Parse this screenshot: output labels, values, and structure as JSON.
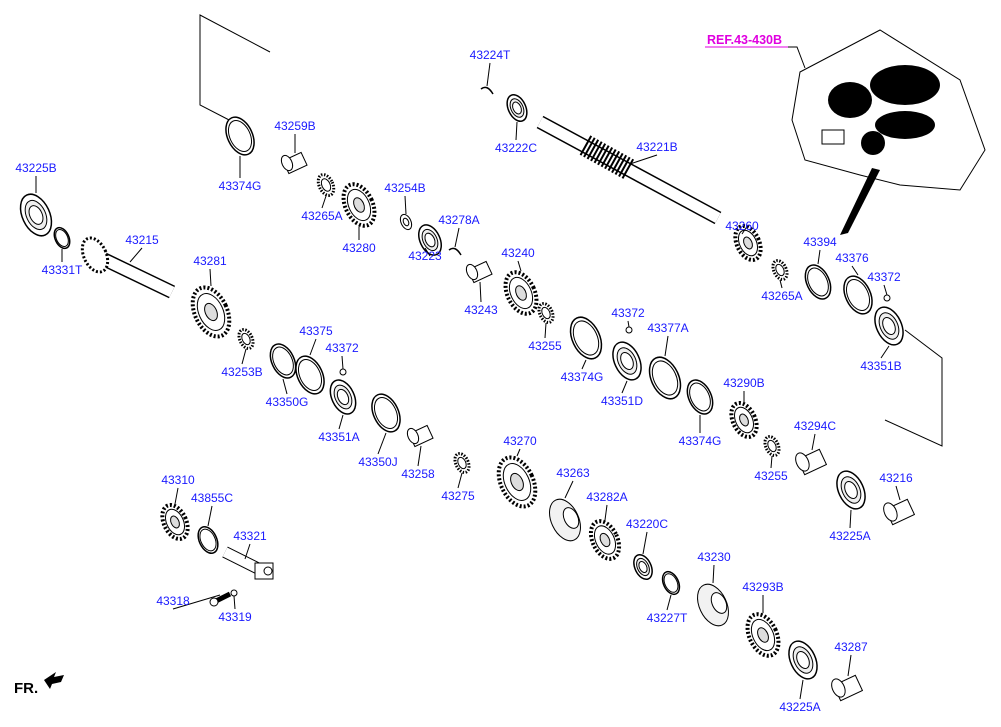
{
  "reference": {
    "label": "REF.43-430B",
    "color": "#e000e0"
  },
  "front_indicator": "FR.",
  "label_color": "#1a1aff",
  "parts": [
    {
      "label": "43224T"
    },
    {
      "label": "43259B"
    },
    {
      "label": "43221B"
    },
    {
      "label": "43222C"
    },
    {
      "label": "43225B"
    },
    {
      "label": "43374G"
    },
    {
      "label": "43254B"
    },
    {
      "label": "43265A"
    },
    {
      "label": "43278A"
    },
    {
      "label": "43260"
    },
    {
      "label": "43215"
    },
    {
      "label": "43394"
    },
    {
      "label": "43240"
    },
    {
      "label": "43223"
    },
    {
      "label": "43280"
    },
    {
      "label": "43376"
    },
    {
      "label": "43331T"
    },
    {
      "label": "43281"
    },
    {
      "label": "43372"
    },
    {
      "label": "43265A"
    },
    {
      "label": "43243"
    },
    {
      "label": "43372"
    },
    {
      "label": "43375"
    },
    {
      "label": "43377A"
    },
    {
      "label": "43255"
    },
    {
      "label": "43372"
    },
    {
      "label": "43351B"
    },
    {
      "label": "43253B"
    },
    {
      "label": "43374G"
    },
    {
      "label": "43290B"
    },
    {
      "label": "43350G"
    },
    {
      "label": "43351D"
    },
    {
      "label": "43374G"
    },
    {
      "label": "43351A"
    },
    {
      "label": "43270"
    },
    {
      "label": "43294C"
    },
    {
      "label": "43350J"
    },
    {
      "label": "43258"
    },
    {
      "label": "43255"
    },
    {
      "label": "43263"
    },
    {
      "label": "43310"
    },
    {
      "label": "43855C"
    },
    {
      "label": "43275"
    },
    {
      "label": "43282A"
    },
    {
      "label": "43216"
    },
    {
      "label": "43321"
    },
    {
      "label": "43220C"
    },
    {
      "label": "43225A"
    },
    {
      "label": "43230"
    },
    {
      "label": "43318"
    },
    {
      "label": "43293B"
    },
    {
      "label": "43319"
    },
    {
      "label": "43227T"
    },
    {
      "label": "43287"
    },
    {
      "label": "43225A"
    }
  ]
}
